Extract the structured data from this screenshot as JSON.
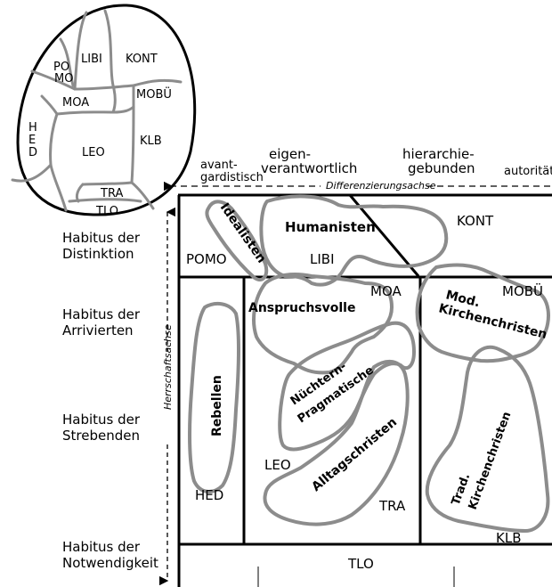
{
  "egg": {
    "labels": [
      "PO",
      "MO",
      "LIBI",
      "KONT",
      "MOA",
      "MOBÜ",
      "H",
      "E",
      "D",
      "LEO",
      "KLB",
      "TRA",
      "TLO"
    ]
  },
  "axes": {
    "differentiation": "Differenzierungsachse",
    "domination": "Herrschaftsachse",
    "columns": [
      "avant-",
      "gardistisch",
      "eigen-",
      "verantwortlich",
      "hierarchie-",
      "gebunden",
      "autorität"
    ]
  },
  "habitus": [
    {
      "line1": "Habitus der",
      "line2": "Distinktion"
    },
    {
      "line1": "Habitus der",
      "line2": "Arrivierten"
    },
    {
      "line1": "Habitus der",
      "line2": "Strebenden"
    },
    {
      "line1": "Habitus der",
      "line2": "Notwendigkeit"
    }
  ],
  "milieus": [
    "POMO",
    "LIBI",
    "KONT",
    "MOA",
    "MOBÜ",
    "LEO",
    "HED",
    "TRA",
    "KLB",
    "TLO"
  ],
  "groups": {
    "idealisten": "Idealisten",
    "humanisten": "Humanisten",
    "anspruchsvolle": "Anspruchsvolle",
    "mod_line1": "Mod.",
    "mod_line2": "Kirchenchristen",
    "nuechtern_line1": "Nüchtern-",
    "nuechtern_line2": "Pragmatische",
    "rebellen": "Rebellen",
    "alltag": "Alltagschristen",
    "trad_line1": "Trad.",
    "trad_line2": "Kirchenchristen"
  }
}
